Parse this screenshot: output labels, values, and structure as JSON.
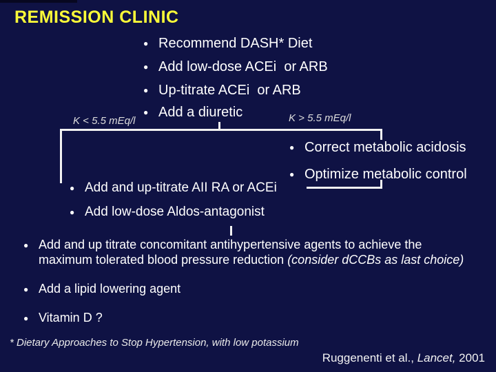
{
  "slide": {
    "title": "REMISSION CLINIC",
    "top_bullets": [
      "Recommend DASH* Diet",
      "Add low-dose ACEi  or ARB",
      "Up-titrate ACEi  or ARB",
      "Add a diuretic"
    ],
    "branch_labels": {
      "left": "K < 5.5 mEq/l",
      "right": "K > 5.5 mEq/l"
    },
    "right_bullets": [
      "Correct metabolic acidosis",
      "Optimize metabolic control"
    ],
    "left_bullets": [
      "Add and up-titrate AII RA or ACEi",
      "Add low-dose Aldos-antagonist"
    ],
    "combined_bullet": {
      "main": "Add and up titrate concomitant antihypertensive agents to achieve the maximum tolerated blood pressure reduction ",
      "italic": "(consider dCCBs as last choice)"
    },
    "extra_bullets": [
      "Add a lipid lowering agent",
      "Vitamin D ?"
    ],
    "footnote": "* Dietary Approaches to Stop Hypertension, with low potassium",
    "citation": {
      "authors": "Ruggenenti et al., ",
      "journal": "Lancet,",
      "year": " 2001"
    },
    "colors": {
      "background": "#0f1244",
      "title": "#fcfc38",
      "text": "#ffffff",
      "connector": "#f2f2f2"
    }
  }
}
